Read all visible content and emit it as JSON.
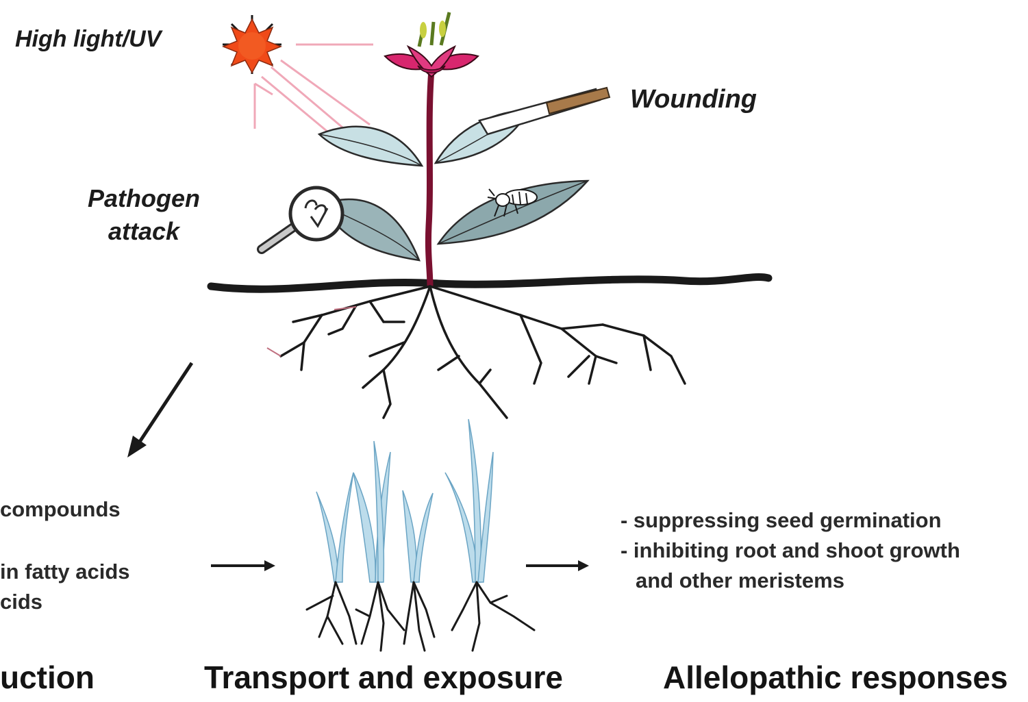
{
  "stresses": {
    "light": "High light/UV",
    "wounding": "Wounding",
    "pathogen_line1": "Pathogen",
    "pathogen_line2": "attack"
  },
  "compounds": {
    "item1": "compounds",
    "item2": "in fatty acids",
    "item3": "cids"
  },
  "responses": {
    "item1": "- suppressing seed germination",
    "item2": "- inhibiting root and shoot growth",
    "item3": "and other meristems"
  },
  "stages": {
    "production": "uction",
    "transport": "Transport and exposure",
    "allelopathic": "Allelopathic responses"
  },
  "colors": {
    "sun": "#f04a18",
    "flower": "#d8266e",
    "stem": "#7a1030",
    "leaf": "#b8d4d8",
    "light_ray": "#f0a8b8",
    "seedling": "#a8d0e4"
  }
}
